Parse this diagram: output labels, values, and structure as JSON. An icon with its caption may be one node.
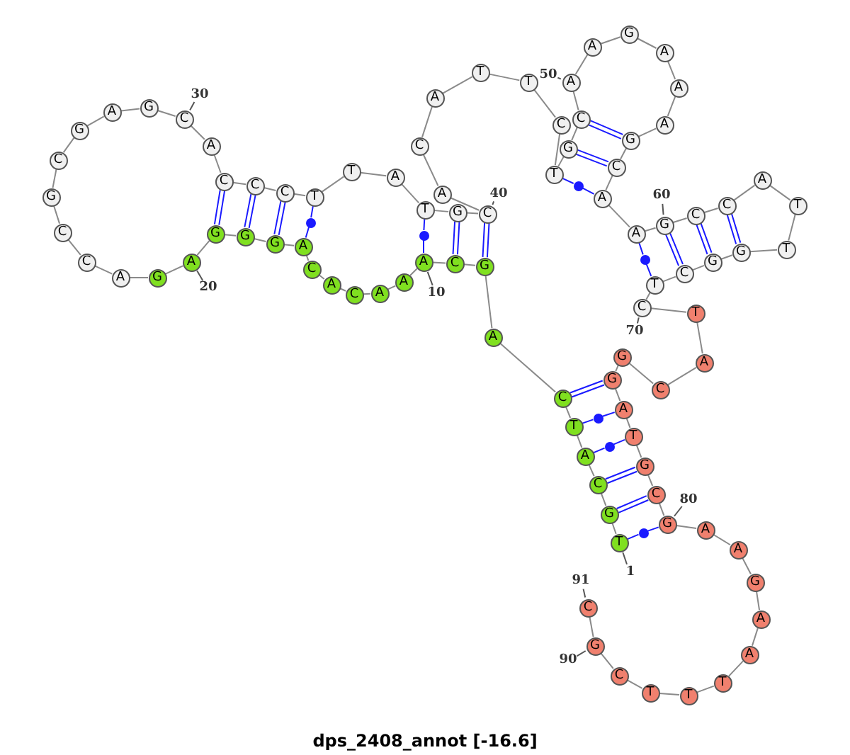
{
  "diagram": {
    "title": "dps_2408_annot [-16.6]",
    "nodes": [
      {
        "text": [
          "T"
        ],
        "beside": [
          "1"
        ]
      },
      {
        "text": [
          "G"
        ]
      },
      {
        "text": [
          "C"
        ]
      },
      {
        "text": [
          "A"
        ]
      },
      {
        "text": [
          "T"
        ]
      },
      {
        "text": [
          "C"
        ]
      },
      {
        "text": [
          "A"
        ]
      },
      {
        "text": [
          "G"
        ]
      },
      {
        "text": [
          "C"
        ]
      },
      {
        "text": [
          "A"
        ],
        "beside": [
          "10"
        ]
      },
      {
        "text": [
          "A"
        ]
      },
      {
        "text": [
          "A"
        ]
      },
      {
        "text": [
          "C"
        ]
      },
      {
        "text": [
          "A"
        ]
      },
      {
        "text": [
          "C"
        ]
      },
      {
        "text": [
          "A"
        ]
      },
      {
        "text": [
          "G"
        ]
      },
      {
        "text": [
          "G"
        ]
      },
      {
        "text": [
          "G"
        ]
      },
      {
        "text": [
          "A"
        ],
        "beside": [
          "20"
        ]
      },
      {
        "text": [
          "G"
        ]
      },
      {
        "text": [
          "A"
        ]
      },
      {
        "text": [
          "C"
        ]
      },
      {
        "text": [
          "C"
        ]
      },
      {
        "text": [
          "G"
        ]
      },
      {
        "text": [
          "C"
        ]
      },
      {
        "text": [
          "G"
        ]
      },
      {
        "text": [
          "A"
        ]
      },
      {
        "text": [
          "G"
        ]
      },
      {
        "text": [
          "C"
        ],
        "beside": [
          "30"
        ]
      },
      {
        "text": [
          "A"
        ]
      },
      {
        "text": [
          "C"
        ]
      },
      {
        "text": [
          "C"
        ]
      },
      {
        "text": [
          "C"
        ]
      },
      {
        "text": [
          "T"
        ]
      },
      {
        "text": [
          "T"
        ]
      },
      {
        "text": [
          "A"
        ]
      },
      {
        "text": [
          "T"
        ]
      },
      {
        "text": [
          "G"
        ]
      },
      {
        "text": [
          "C"
        ],
        "beside": [
          "40"
        ]
      },
      {
        "text": [
          "A"
        ]
      },
      {
        "text": [
          "C"
        ]
      },
      {
        "text": [
          "A"
        ]
      },
      {
        "text": [
          "T"
        ]
      },
      {
        "text": [
          "T"
        ]
      },
      {
        "text": [
          "C"
        ]
      },
      {
        "text": [
          "T"
        ]
      },
      {
        "text": [
          "G"
        ]
      },
      {
        "text": [
          "C"
        ]
      },
      {
        "text": [
          "A"
        ],
        "beside": [
          "50"
        ]
      },
      {
        "text": [
          "A"
        ]
      },
      {
        "text": [
          "G"
        ]
      },
      {
        "text": [
          "A"
        ]
      },
      {
        "text": [
          "A"
        ]
      },
      {
        "text": [
          "A"
        ]
      },
      {
        "text": [
          "G"
        ]
      },
      {
        "text": [
          "C"
        ]
      },
      {
        "text": [
          "A"
        ]
      },
      {
        "text": [
          "A"
        ]
      },
      {
        "text": [
          "G"
        ],
        "beside": [
          "60"
        ]
      },
      {
        "text": [
          "C"
        ]
      },
      {
        "text": [
          "C"
        ]
      },
      {
        "text": [
          "A"
        ]
      },
      {
        "text": [
          "T"
        ]
      },
      {
        "text": [
          "T"
        ]
      },
      {
        "text": [
          "G"
        ]
      },
      {
        "text": [
          "G"
        ]
      },
      {
        "text": [
          "C"
        ]
      },
      {
        "text": [
          "T"
        ]
      },
      {
        "text": [
          "C"
        ],
        "beside": [
          "70"
        ]
      },
      {
        "text": [
          "T"
        ]
      },
      {
        "text": [
          "A"
        ]
      },
      {
        "text": [
          "C"
        ]
      },
      {
        "text": [
          "G"
        ]
      },
      {
        "text": [
          "G"
        ]
      },
      {
        "text": [
          "A"
        ]
      },
      {
        "text": [
          "T"
        ]
      },
      {
        "text": [
          "G"
        ]
      },
      {
        "text": [
          "C"
        ]
      },
      {
        "text": [
          "G"
        ],
        "beside": [
          "80"
        ]
      },
      {
        "text": [
          "A"
        ]
      },
      {
        "text": [
          "A"
        ]
      },
      {
        "text": [
          "G"
        ]
      },
      {
        "text": [
          "A"
        ]
      },
      {
        "text": [
          "A"
        ]
      },
      {
        "text": [
          "T"
        ]
      },
      {
        "text": [
          "T"
        ]
      },
      {
        "text": [
          "T"
        ]
      },
      {
        "text": [
          "C"
        ]
      },
      {
        "text": [
          "G"
        ],
        "beside": [
          "90"
        ]
      },
      {
        "text": [
          "C"
        ],
        "beside": [
          "91"
        ]
      },
      {
        "text": [],
        "shape": "circle"
      },
      {
        "text": [],
        "shape": "circle"
      },
      {
        "text": [],
        "shape": "circle"
      },
      {
        "text": [],
        "shape": "circle"
      },
      {
        "text": [],
        "shape": "circle"
      },
      {
        "text": [],
        "shape": "circle"
      },
      {
        "text": [],
        "shape": "circle"
      }
    ],
    "edges": [
      {
        "from": 0,
        "to": 1,
        "arrow": "none"
      },
      {
        "from": 1,
        "to": 2,
        "arrow": "none"
      },
      {
        "from": 2,
        "to": 3,
        "arrow": "none"
      },
      {
        "from": 3,
        "to": 4,
        "arrow": "none"
      },
      {
        "from": 4,
        "to": 5,
        "arrow": "none"
      },
      {
        "from": 5,
        "to": 6,
        "arrow": "none"
      },
      {
        "from": 6,
        "to": 7,
        "arrow": "none"
      },
      {
        "from": 7,
        "to": 8,
        "arrow": "none"
      },
      {
        "from": 8,
        "to": 9,
        "arrow": "none"
      },
      {
        "from": 9,
        "to": 10,
        "arrow": "none"
      },
      {
        "from": 10,
        "to": 11,
        "arrow": "none"
      },
      {
        "from": 11,
        "to": 12,
        "arrow": "none"
      },
      {
        "from": 12,
        "to": 13,
        "arrow": "none"
      },
      {
        "from": 13,
        "to": 14,
        "arrow": "none"
      },
      {
        "from": 14,
        "to": 15,
        "arrow": "none"
      },
      {
        "from": 15,
        "to": 16,
        "arrow": "none"
      },
      {
        "from": 16,
        "to": 17,
        "arrow": "none"
      },
      {
        "from": 17,
        "to": 18,
        "arrow": "none"
      },
      {
        "from": 18,
        "to": 19,
        "arrow": "none"
      },
      {
        "from": 19,
        "to": 20,
        "arrow": "none"
      },
      {
        "from": 20,
        "to": 21,
        "arrow": "none"
      },
      {
        "from": 21,
        "to": 22,
        "arrow": "none"
      },
      {
        "from": 22,
        "to": 23,
        "arrow": "none"
      },
      {
        "from": 23,
        "to": 24,
        "arrow": "none"
      },
      {
        "from": 24,
        "to": 25,
        "arrow": "none"
      },
      {
        "from": 25,
        "to": 26,
        "arrow": "none"
      },
      {
        "from": 26,
        "to": 27,
        "arrow": "none"
      },
      {
        "from": 27,
        "to": 28,
        "arrow": "none"
      },
      {
        "from": 28,
        "to": 29,
        "arrow": "none"
      },
      {
        "from": 29,
        "to": 30,
        "arrow": "none"
      },
      {
        "from": 30,
        "to": 31,
        "arrow": "none"
      },
      {
        "from": 31,
        "to": 32,
        "arrow": "none"
      },
      {
        "from": 32,
        "to": 33,
        "arrow": "none"
      },
      {
        "from": 33,
        "to": 34,
        "arrow": "none"
      },
      {
        "from": 34,
        "to": 35,
        "arrow": "none"
      },
      {
        "from": 35,
        "to": 36,
        "arrow": "none"
      },
      {
        "from": 36,
        "to": 37,
        "arrow": "none"
      },
      {
        "from": 37,
        "to": 38,
        "arrow": "none"
      },
      {
        "from": 38,
        "to": 39,
        "arrow": "none"
      },
      {
        "from": 39,
        "to": 40,
        "arrow": "none"
      },
      {
        "from": 40,
        "to": 41,
        "arrow": "none"
      },
      {
        "from": 41,
        "to": 42,
        "arrow": "none"
      },
      {
        "from": 42,
        "to": 43,
        "arrow": "none"
      },
      {
        "from": 43,
        "to": 44,
        "arrow": "none"
      },
      {
        "from": 44,
        "to": 45,
        "arrow": "none"
      },
      {
        "from": 45,
        "to": 46,
        "arrow": "none"
      },
      {
        "from": 46,
        "to": 47,
        "arrow": "none"
      },
      {
        "from": 47,
        "to": 48,
        "arrow": "none"
      },
      {
        "from": 48,
        "to": 49,
        "arrow": "none"
      },
      {
        "from": 49,
        "to": 50,
        "arrow": "none"
      },
      {
        "from": 50,
        "to": 51,
        "arrow": "none"
      },
      {
        "from": 51,
        "to": 52,
        "arrow": "none"
      },
      {
        "from": 52,
        "to": 53,
        "arrow": "none"
      },
      {
        "from": 53,
        "to": 54,
        "arrow": "none"
      },
      {
        "from": 54,
        "to": 55,
        "arrow": "none"
      },
      {
        "from": 55,
        "to": 56,
        "arrow": "none"
      },
      {
        "from": 56,
        "to": 57,
        "arrow": "none"
      },
      {
        "from": 57,
        "to": 58,
        "arrow": "none"
      },
      {
        "from": 58,
        "to": 59,
        "arrow": "none"
      },
      {
        "from": 59,
        "to": 60,
        "arrow": "none"
      },
      {
        "from": 60,
        "to": 61,
        "arrow": "none"
      },
      {
        "from": 61,
        "to": 62,
        "arrow": "none"
      },
      {
        "from": 62,
        "to": 63,
        "arrow": "none"
      },
      {
        "from": 63,
        "to": 64,
        "arrow": "none"
      },
      {
        "from": 64,
        "to": 65,
        "arrow": "none"
      },
      {
        "from": 65,
        "to": 66,
        "arrow": "none"
      },
      {
        "from": 66,
        "to": 67,
        "arrow": "none"
      },
      {
        "from": 67,
        "to": 68,
        "arrow": "none"
      },
      {
        "from": 68,
        "to": 69,
        "arrow": "none"
      },
      {
        "from": 69,
        "to": 70,
        "arrow": "none"
      },
      {
        "from": 70,
        "to": 71,
        "arrow": "none"
      },
      {
        "from": 71,
        "to": 72,
        "arrow": "none"
      },
      {
        "from": 72,
        "to": 73,
        "arrow": "none"
      },
      {
        "from": 73,
        "to": 74,
        "arrow": "none"
      },
      {
        "from": 74,
        "to": 75,
        "arrow": "none"
      },
      {
        "from": 75,
        "to": 76,
        "arrow": "none"
      },
      {
        "from": 76,
        "to": 77,
        "arrow": "none"
      },
      {
        "from": 77,
        "to": 78,
        "arrow": "none"
      },
      {
        "from": 78,
        "to": 79,
        "arrow": "none"
      },
      {
        "from": 79,
        "to": 80,
        "arrow": "none"
      },
      {
        "from": 80,
        "to": 81,
        "arrow": "none"
      },
      {
        "from": 81,
        "to": 82,
        "arrow": "none"
      },
      {
        "from": 82,
        "to": 83,
        "arrow": "none"
      },
      {
        "from": 83,
        "to": 84,
        "arrow": "none"
      },
      {
        "from": 84,
        "to": 85,
        "arrow": "none"
      },
      {
        "from": 85,
        "to": 86,
        "arrow": "none"
      },
      {
        "from": 86,
        "to": 87,
        "arrow": "none"
      },
      {
        "from": 87,
        "to": 88,
        "arrow": "none"
      },
      {
        "from": 88,
        "to": 89,
        "arrow": "none"
      },
      {
        "from": 89,
        "to": 90,
        "arrow": "none"
      },
      {
        "from": 0,
        "to": 96,
        "arrow": "none",
        "color": "#1a1aff"
      },
      {
        "from": 96,
        "to": 79,
        "arrow": "none",
        "color": "#1a1aff"
      },
      {
        "from": 1,
        "to": 78,
        "arrow": "none",
        "color": "#1a1aff"
      },
      {
        "from": 2,
        "to": 77,
        "arrow": "none",
        "color": "#1a1aff"
      },
      {
        "from": 3,
        "to": 95,
        "arrow": "none",
        "color": "#1a1aff"
      },
      {
        "from": 95,
        "to": 76,
        "arrow": "none",
        "color": "#1a1aff"
      },
      {
        "from": 4,
        "to": 94,
        "arrow": "none",
        "color": "#1a1aff"
      },
      {
        "from": 94,
        "to": 75,
        "arrow": "none",
        "color": "#1a1aff"
      },
      {
        "from": 5,
        "to": 74,
        "arrow": "none",
        "color": "#1a1aff"
      },
      {
        "from": 7,
        "to": 39,
        "arrow": "none",
        "color": "#1a1aff"
      },
      {
        "from": 8,
        "to": 38,
        "arrow": "none",
        "color": "#1a1aff"
      },
      {
        "from": 9,
        "to": 92,
        "arrow": "none",
        "color": "#1a1aff"
      },
      {
        "from": 92,
        "to": 37,
        "arrow": "none",
        "color": "#1a1aff"
      },
      {
        "from": 15,
        "to": 91,
        "arrow": "none",
        "color": "#1a1aff"
      },
      {
        "from": 91,
        "to": 34,
        "arrow": "none",
        "color": "#1a1aff"
      },
      {
        "from": 16,
        "to": 33,
        "arrow": "none",
        "color": "#1a1aff"
      },
      {
        "from": 17,
        "to": 32,
        "arrow": "none",
        "color": "#1a1aff"
      },
      {
        "from": 18,
        "to": 31,
        "arrow": "none",
        "color": "#1a1aff"
      },
      {
        "from": 46,
        "to": 93,
        "arrow": "none",
        "color": "#1a1aff"
      },
      {
        "from": 93,
        "to": 57,
        "arrow": "none",
        "color": "#1a1aff"
      },
      {
        "from": 47,
        "to": 56,
        "arrow": "none",
        "color": "#1a1aff"
      },
      {
        "from": 48,
        "to": 55,
        "arrow": "none",
        "color": "#1a1aff"
      },
      {
        "from": 58,
        "to": 97,
        "arrow": "none",
        "color": "#1a1aff"
      },
      {
        "from": 97,
        "to": 68,
        "arrow": "none",
        "color": "#1a1aff"
      },
      {
        "from": 59,
        "to": 67,
        "arrow": "none",
        "color": "#1a1aff"
      },
      {
        "from": 60,
        "to": 66,
        "arrow": "none",
        "color": "#1a1aff"
      },
      {
        "from": 61,
        "to": 65,
        "arrow": "none",
        "color": "#1a1aff"
      }
    ]
  }
}
